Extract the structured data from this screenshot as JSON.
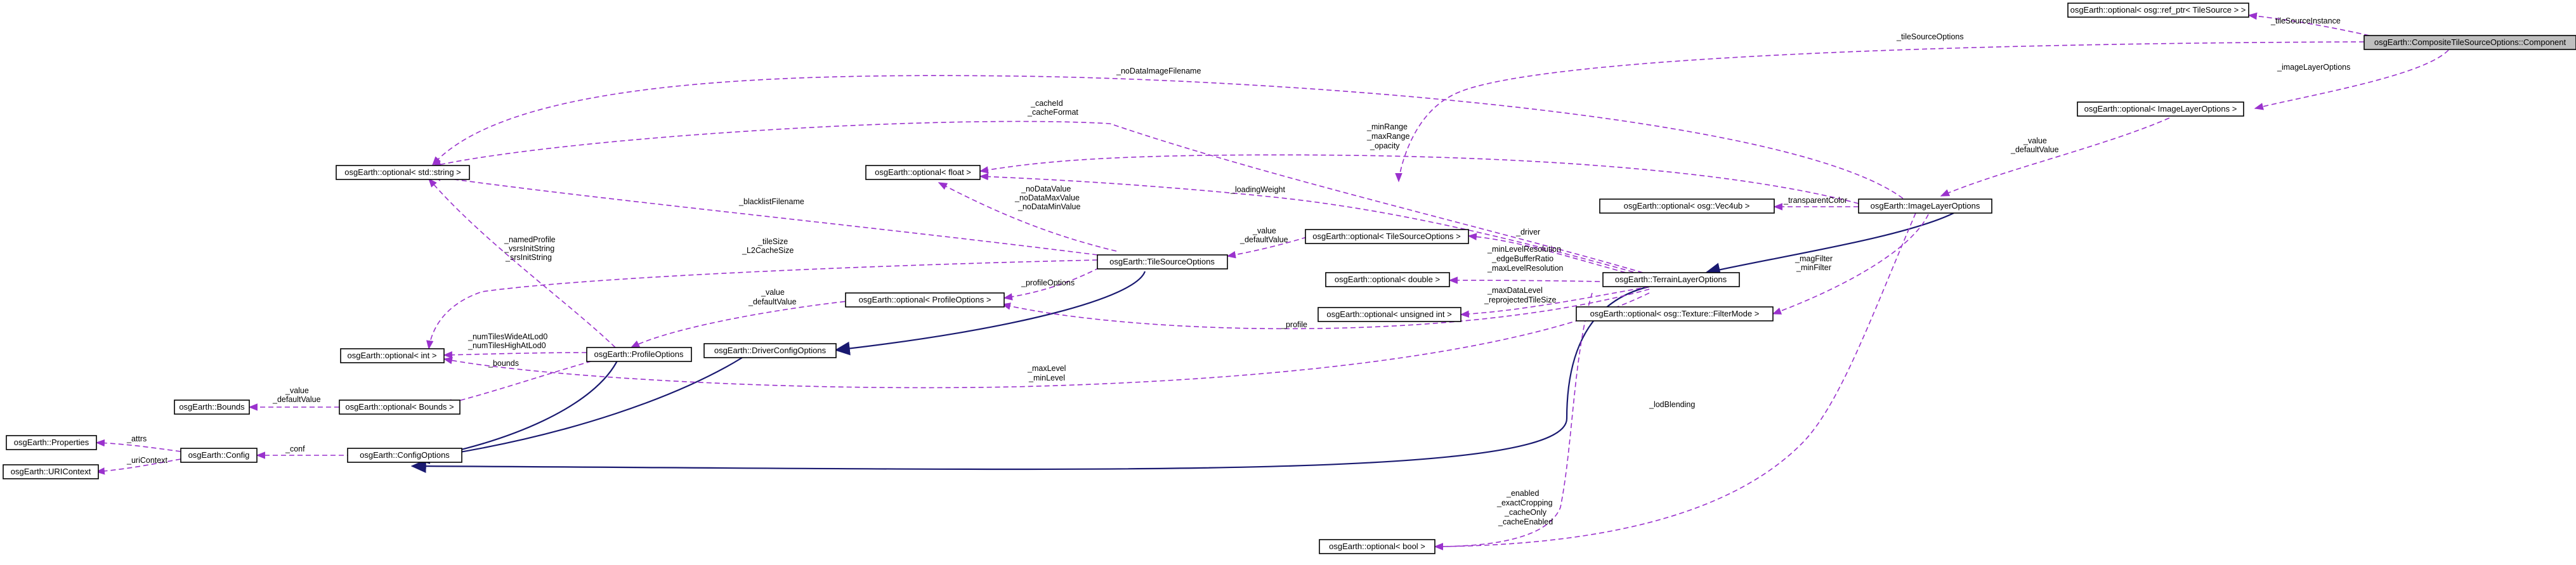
{
  "nodes": {
    "composite": "osgEarth::CompositeTileSourceOptions::Component",
    "refptr_tilesource": "osgEarth::optional< osg::ref_ptr< TileSource > >",
    "opt_imagelayeroptions": "osgEarth::optional< ImageLayerOptions >",
    "imagelayeroptions": "osgEarth::ImageLayerOptions",
    "opt_vec4ub": "osgEarth::optional< osg::Vec4ub >",
    "opt_texfilter": "osgEarth::optional< osg::Texture::FilterMode >",
    "terrainlayeroptions": "osgEarth::TerrainLayerOptions",
    "opt_double": "osgEarth::optional< double >",
    "opt_uint": "osgEarth::optional< unsigned int >",
    "opt_tilesourceoptions": "osgEarth::optional< TileSourceOptions >",
    "tilesourceoptions": "osgEarth::TileSourceOptions",
    "opt_float": "osgEarth::optional< float >",
    "opt_string": "osgEarth::optional< std::string >",
    "opt_profileoptions": "osgEarth::optional< ProfileOptions >",
    "profileoptions": "osgEarth::ProfileOptions",
    "driverconfigoptions": "osgEarth::DriverConfigOptions",
    "configoptions": "osgEarth::ConfigOptions",
    "opt_int": "osgEarth::optional< int >",
    "opt_bounds": "osgEarth::optional< Bounds >",
    "bounds": "osgEarth::Bounds",
    "config": "osgEarth::Config",
    "properties": "osgEarth::Properties",
    "uricontext": "osgEarth::URIContext",
    "opt_bool": "osgEarth::optional< bool >"
  },
  "edge_labels": {
    "tileSourceInstance": "_tileSourceInstance",
    "tileSourceOptions": "_tileSourceOptions",
    "imageLayerOptions": "_imageLayerOptions",
    "noDataImageFilename": "_noDataImageFilename",
    "value_defaultValue_ilo": [
      "_value",
      "_defaultValue"
    ],
    "cacheId_cacheFormat": [
      "_cacheId",
      "_cacheFormat"
    ],
    "minRange_maxRange_opacity": [
      "_minRange",
      "_maxRange",
      "_opacity"
    ],
    "transparentColor": "_transparentColor",
    "magFilter_minFilter": [
      "_magFilter",
      "_minFilter"
    ],
    "loadingWeight": "_loadingWeight",
    "noData_values": [
      "_noDataValue",
      "_noDataMaxValue",
      "_noDataMinValue"
    ],
    "blacklistFilename": "_blacklistFilename",
    "value_defaultValue_tso": [
      "_value",
      "_defaultValue"
    ],
    "driver": "_driver",
    "tileSize_L2CacheSize": [
      "_tileSize",
      "_L2CacheSize"
    ],
    "namedProfile_strings": [
      "_namedProfile",
      "_vsrsInitString",
      "_srsInitString"
    ],
    "minLevelRes_edgeBuffer_maxLevelRes": [
      "_minLevelResolution",
      "_edgeBufferRatio",
      "_maxLevelResolution"
    ],
    "value_defaultValue_po": [
      "_value",
      "_defaultValue"
    ],
    "profileOptions": "_profileOptions",
    "maxDataLevel_reprojectedTileSize": [
      "_maxDataLevel",
      "_reprojectedTileSize"
    ],
    "profile": "_profile",
    "numTiles": [
      "_numTilesWideAtLod0",
      "_numTilesHighAtLod0"
    ],
    "bounds": "_bounds",
    "maxLevel_minLevel": [
      "_maxLevel",
      "_minLevel"
    ],
    "value_defaultValue_b": [
      "_value",
      "_defaultValue"
    ],
    "lodBlending": "_lodBlending",
    "attrs": "_attrs",
    "conf": "_conf",
    "uriContext": "_uriContext",
    "bool_members": [
      "_enabled",
      "_exactCropping",
      "_cacheOnly",
      "_cacheEnabled"
    ]
  },
  "colors": {
    "inheritance_edge": "#191970",
    "usage_edge": "#9a32cd",
    "highlight_fill": "#bfbfbf"
  }
}
